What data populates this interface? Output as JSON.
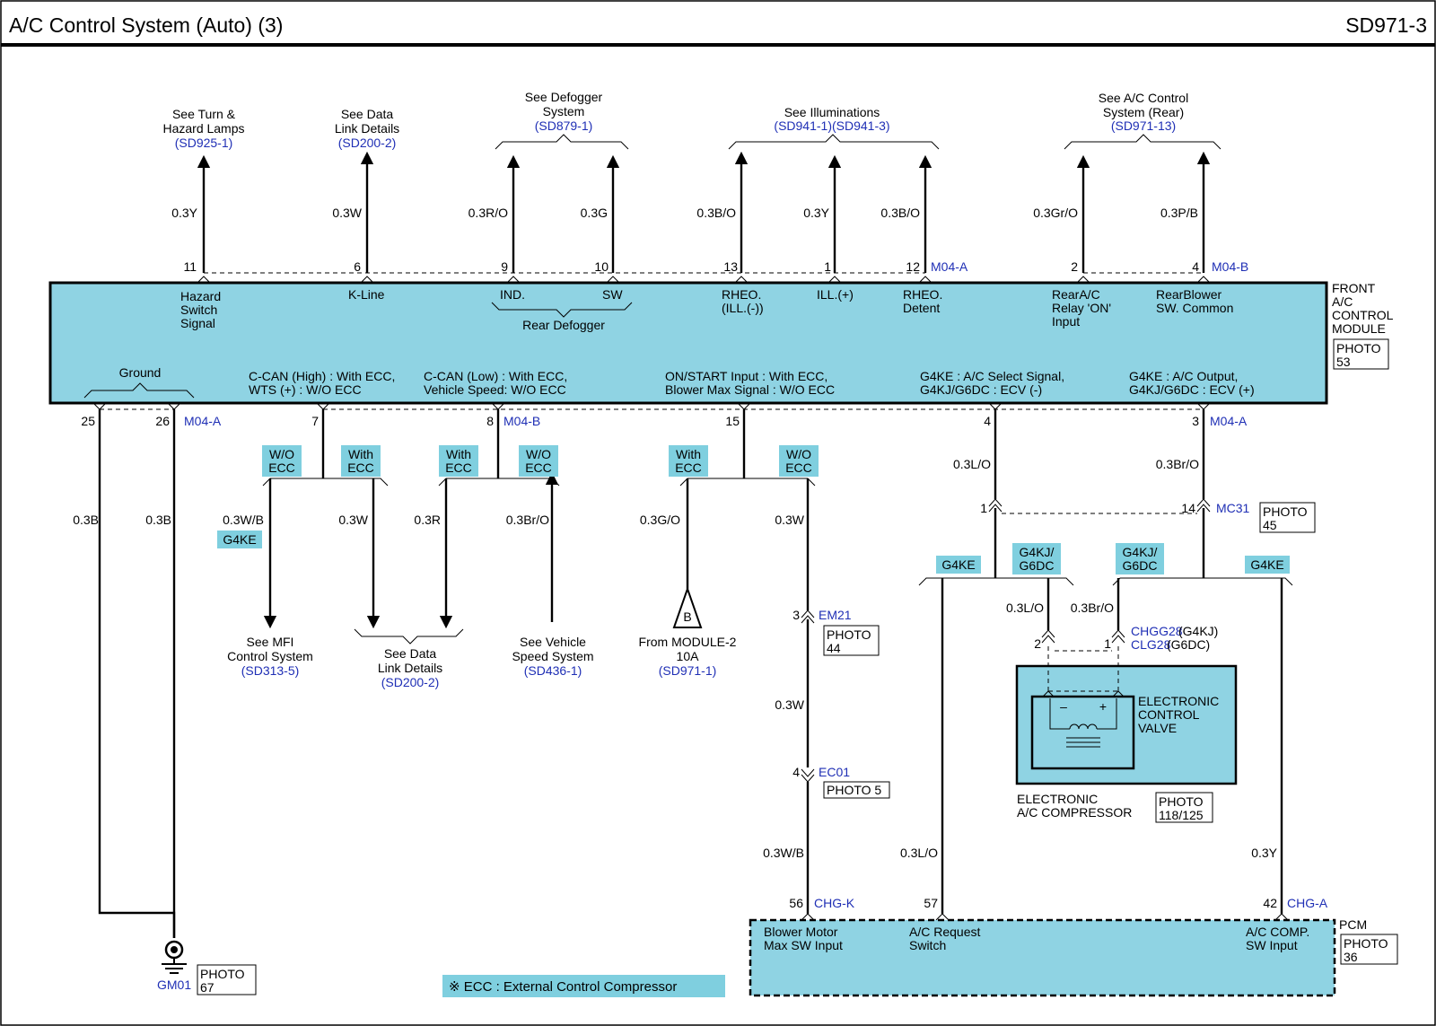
{
  "header": {
    "title": "A/C Control System (Auto) (3)",
    "page_code": "SD971-3"
  },
  "refs": {
    "turn": [
      "See Turn &",
      "Hazard Lamps",
      "(SD925-1)"
    ],
    "datalink_top": [
      "See Data",
      "Link Details",
      "(SD200-2)"
    ],
    "defogger": [
      "See Defogger",
      "System",
      "(SD879-1)"
    ],
    "illum": [
      "See Illuminations",
      "(SD941-1)(SD941-3)"
    ],
    "rear_ac": [
      "See A/C Control",
      "System (Rear)",
      "(SD971-13)"
    ],
    "mfi": [
      "See MFI",
      "Control System",
      "(SD313-5)"
    ],
    "datalink_bottom": [
      "See Data",
      "Link Details",
      "(SD200-2)"
    ],
    "speed": [
      "See Vehicle",
      "Speed System",
      "(SD436-1)"
    ],
    "module2": [
      "From MODULE-2",
      "10A",
      "(SD971-1)"
    ]
  },
  "top_wires": [
    "0.3Y",
    "0.3W",
    "0.3R/O",
    "0.3G",
    "0.3B/O",
    "0.3Y",
    "0.3B/O",
    "0.3Gr/O",
    "0.3P/B"
  ],
  "top_pins": [
    "11",
    "6",
    "9",
    "10",
    "13",
    "1",
    "12",
    "2",
    "4"
  ],
  "connectors": {
    "m04a": "M04-A",
    "m04b": "M04-B",
    "mc31": "MC31",
    "em21": "EM21",
    "ec01": "EC01",
    "chgg28": "CHGG28",
    "chgg28_suffix": "(G4KJ)",
    "clg28": "CLG28",
    "clg28_suffix": "(G6DC)",
    "chgk": "CHG-K",
    "chga": "CHG-A",
    "gm01": "GM01"
  },
  "module": {
    "name": [
      "FRONT",
      "A/C",
      "CONTROL",
      "MODULE"
    ],
    "photo": [
      "PHOTO",
      "53"
    ],
    "top_labels": {
      "hazard": [
        "Hazard",
        "Switch",
        "Signal"
      ],
      "kline": "K-Line",
      "ind": "IND.",
      "sw": "SW",
      "rear_defogger": "Rear Defogger",
      "rheo_ill": [
        "RHEO.",
        "(ILL.(-))"
      ],
      "ill": "ILL.(+)",
      "rheo_det": [
        "RHEO.",
        "Detent"
      ],
      "rear_relay": [
        "RearA/C",
        "Relay 'ON'",
        "Input"
      ],
      "rear_blower": [
        "RearBlower",
        "SW. Common"
      ]
    },
    "bottom_labels": {
      "ground": "Ground",
      "ccan_high": [
        "C-CAN (High) : With ECC,",
        "WTS (+) : W/O ECC"
      ],
      "ccan_low": [
        "C-CAN (Low) : With ECC,",
        "Vehicle Speed: W/O ECC"
      ],
      "onstart": [
        "ON/START Input : With ECC,",
        "Blower Max Signal : W/O ECC"
      ],
      "g4ke_sel": [
        "G4KE : A/C Select Signal,",
        "G4KJ/G6DC : ECV (-)"
      ],
      "g4ke_out": [
        "G4KE : A/C Output,",
        "G4KJ/G6DC : ECV (+)"
      ]
    }
  },
  "bottom_pins": [
    "25",
    "26",
    "7",
    "8",
    "15",
    "4",
    "3"
  ],
  "tags": {
    "wo_ecc": [
      "W/O",
      "ECC"
    ],
    "with_ecc": [
      "With",
      "ECC"
    ],
    "g4ke": "G4KE",
    "g4kj_g6dc": [
      "G4KJ/",
      "G6DC"
    ],
    "b": "B"
  },
  "low_wires": {
    "ground1": "0.3B",
    "ground2": "0.3B",
    "ccan_wb": "0.3W/B",
    "ccan_w": "0.3W",
    "ccan_r": "0.3R",
    "ccan_bro": "0.3Br/O",
    "go": "0.3G/O",
    "w15": "0.3W",
    "lo": "0.3L/O",
    "bro": "0.3Br/O",
    "lo2": "0.3L/O",
    "bro2": "0.3Br/O",
    "w_mid": "0.3W",
    "wb": "0.3W/B",
    "lo3": "0.3L/O",
    "y": "0.3Y"
  },
  "inline_pins": {
    "mc31_a": "1",
    "mc31_b": "14",
    "em21": "3",
    "ec01": "4",
    "ecv_a": "2",
    "ecv_b": "1",
    "pcm_56": "56",
    "pcm_57": "57",
    "pcm_42": "42"
  },
  "photos": {
    "mc31": [
      "PHOTO",
      "45"
    ],
    "em21": [
      "PHOTO",
      "44"
    ],
    "ec01": "PHOTO 5",
    "compressor": [
      "PHOTO",
      "118/125"
    ],
    "pcm": [
      "PHOTO",
      "36"
    ],
    "gm01": [
      "PHOTO",
      "67"
    ]
  },
  "ecv": {
    "label": [
      "ELECTRONIC",
      "CONTROL",
      "VALVE"
    ],
    "minus": "–",
    "plus": "+",
    "compressor": [
      "ELECTRONIC",
      "A/C COMPRESSOR"
    ]
  },
  "pcm": {
    "name": "PCM",
    "blower": [
      "Blower Motor",
      "Max SW Input"
    ],
    "ac_req": [
      "A/C Request",
      "Switch"
    ],
    "ac_comp": [
      "A/C COMP.",
      "SW Input"
    ]
  },
  "note": "※ ECC : External Control Compressor",
  "colors": {
    "module_fill": "#8fd3e3",
    "tag_fill": "#7fcfdf",
    "ref_blue": "#1f2fb5"
  }
}
